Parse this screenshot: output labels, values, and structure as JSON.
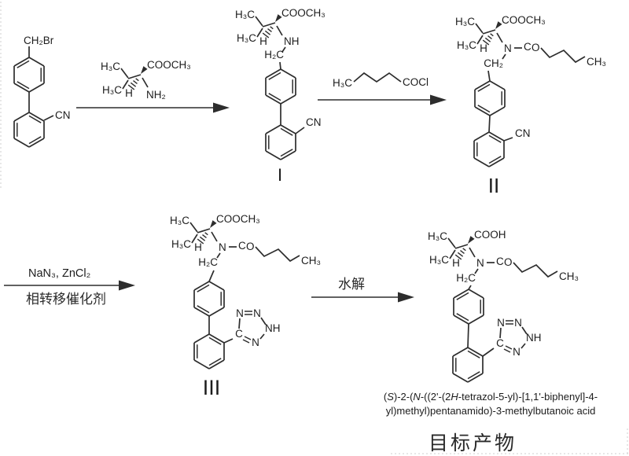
{
  "scheme": {
    "atoms": {
      "ch2br": "CH₂Br",
      "cn": "CN",
      "h3c": "H₃C",
      "cooch3": "COOCH₃",
      "cooh": "COOH",
      "h": "H",
      "nh2": "NH₂",
      "nh": "NH",
      "h2c": "H₂C",
      "ch2": "CH₂",
      "n": "N",
      "c": "C",
      "o": "O",
      "ch3": "CH₃",
      "cocl": "COCl"
    },
    "conditions": {
      "step3_line1": "NaN₃, ZnCl₂",
      "step3_line2": "相转移催化剂",
      "step4": "水解"
    },
    "numerals": {
      "i": "I",
      "ii": "II",
      "iii": "III"
    },
    "product": {
      "name1": [
        {
          "text": "(",
          "italic": false
        },
        {
          "text": "S",
          "italic": true
        },
        {
          "text": ")-2-(",
          "italic": false
        },
        {
          "text": "N",
          "italic": true
        },
        {
          "text": "-((2'-(2",
          "italic": false
        },
        {
          "text": "H",
          "italic": true
        },
        {
          "text": "-tetrazol-5-yl)-[1,1'-biphenyl]-4-",
          "italic": false
        }
      ],
      "name2": [
        {
          "text": "yl)methyl)pentanamido)-3-methylbutanoic acid",
          "italic": false
        }
      ],
      "target": "目标产物"
    },
    "colors": {
      "ink": "#2d2d2d"
    }
  }
}
